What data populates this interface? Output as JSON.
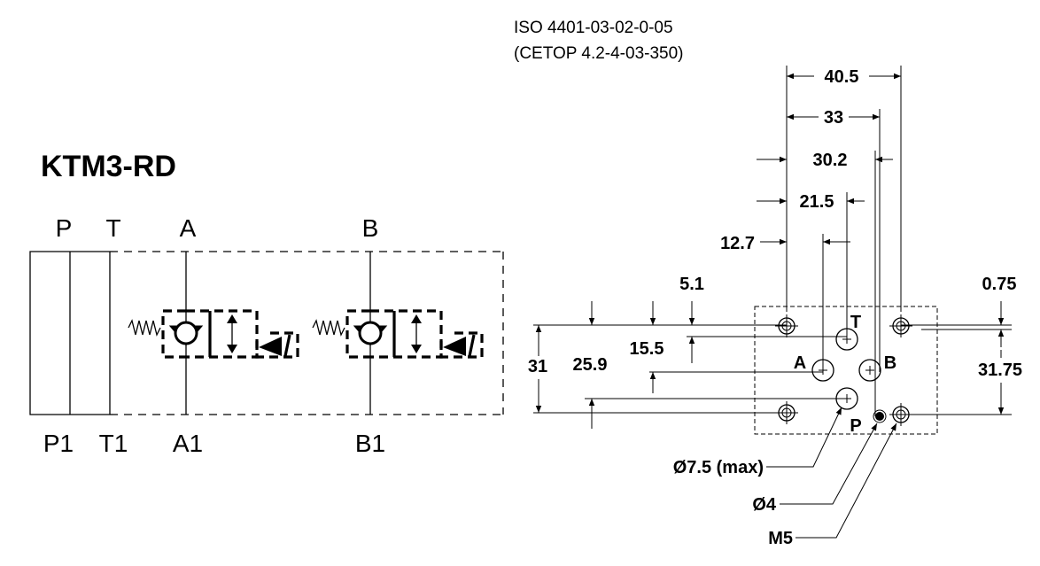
{
  "title": "KTM3-RD",
  "iso": {
    "line1": "ISO 4401-03-02-0-05",
    "line2": "(CETOP 4.2-4-03-350)"
  },
  "symbol": {
    "top_ports": [
      "P",
      "T",
      "A",
      "B"
    ],
    "bottom_ports": [
      "P1",
      "T1",
      "A1",
      "B1"
    ]
  },
  "interface": {
    "port_letters": [
      "T",
      "A",
      "B",
      "P"
    ],
    "dims_top": [
      "40.5",
      "33",
      "30.2",
      "21.5",
      "12.7"
    ],
    "dims_left": [
      "5.1",
      "15.5",
      "25.9",
      "31"
    ],
    "dims_right": [
      "0.75",
      "31.75"
    ],
    "callouts": [
      "Ø7.5 (max)",
      "Ø4",
      "M5"
    ]
  }
}
